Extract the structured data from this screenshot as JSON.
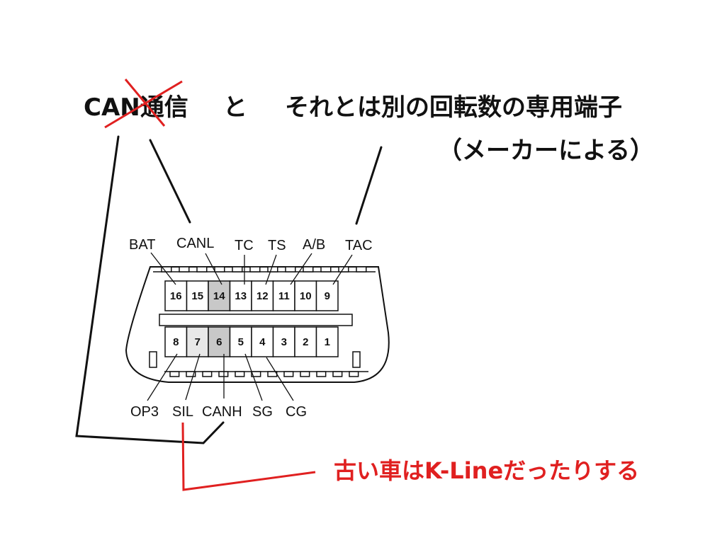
{
  "heading": {
    "can_text": "CAN通信",
    "and_text": "と",
    "right_text": "それとは別の回転数の専用端子",
    "maker_note": "（メーカーによる）"
  },
  "red_note": "古い車はK-Lineだったりする",
  "colors": {
    "red": "#e02020",
    "black": "#111111",
    "pin_white": "#ffffff",
    "pin_dark": "#c8c8c8",
    "pin_light": "#e8e8e8"
  },
  "connector": {
    "top_row": [
      {
        "num": "16",
        "shade": "white"
      },
      {
        "num": "15",
        "shade": "white"
      },
      {
        "num": "14",
        "shade": "dark"
      },
      {
        "num": "13",
        "shade": "white"
      },
      {
        "num": "12",
        "shade": "white"
      },
      {
        "num": "11",
        "shade": "white"
      },
      {
        "num": "10",
        "shade": "white"
      },
      {
        "num": "9",
        "shade": "white"
      }
    ],
    "bottom_row": [
      {
        "num": "8",
        "shade": "white"
      },
      {
        "num": "7",
        "shade": "light"
      },
      {
        "num": "6",
        "shade": "dark"
      },
      {
        "num": "5",
        "shade": "white"
      },
      {
        "num": "4",
        "shade": "white"
      },
      {
        "num": "3",
        "shade": "white"
      },
      {
        "num": "2",
        "shade": "white"
      },
      {
        "num": "1",
        "shade": "white"
      }
    ],
    "top_labels": [
      "BAT",
      "CANL",
      "TC",
      "TS",
      "A/B",
      "TAC"
    ],
    "bottom_labels": [
      "OP3",
      "SIL",
      "CANH",
      "SG",
      "CG"
    ]
  }
}
